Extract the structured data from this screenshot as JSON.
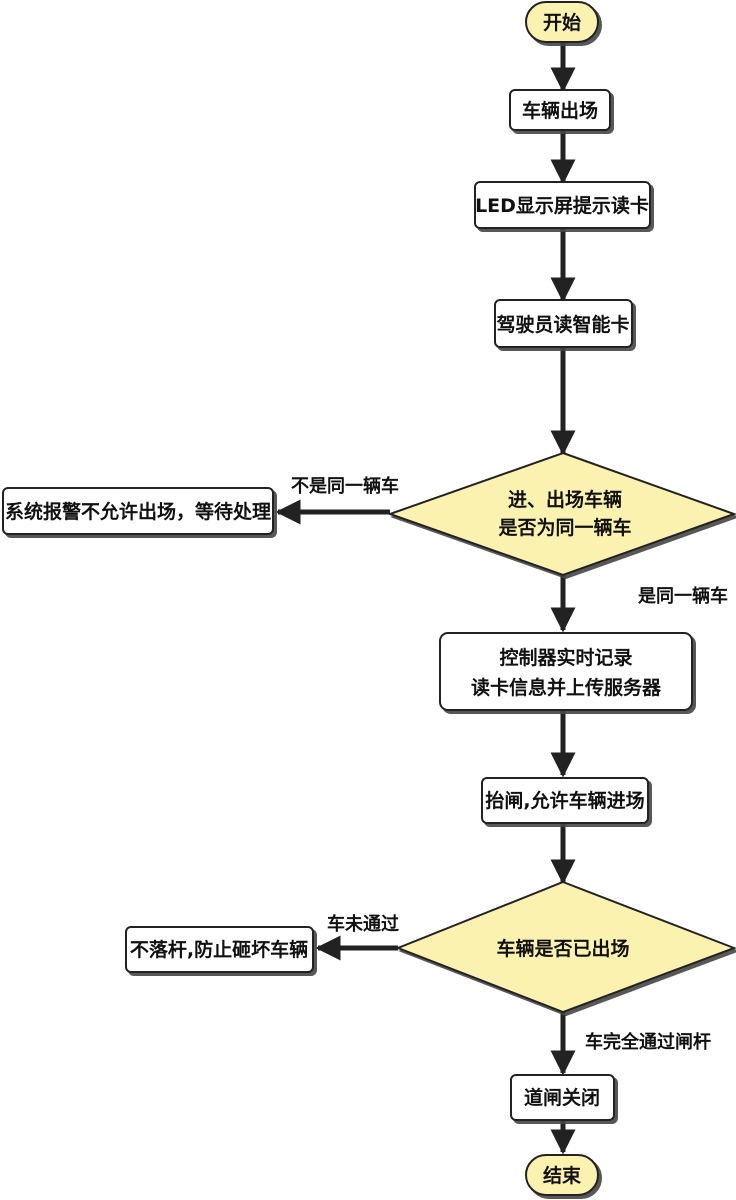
{
  "nodes": {
    "start": "开始",
    "exit": "车辆出场",
    "led": "LED显示屏提示读卡",
    "read": "驾驶员读智能卡",
    "same_line1": "进、出场车辆",
    "same_line2": "是否为同一辆车",
    "alarm": "系统报警不允许出场，等待处理",
    "record_line1": "控制器实时记录",
    "record_line2": "读卡信息并上传服务器",
    "lift": "抬闸,允许车辆进场",
    "passed": "车辆是否已出场",
    "nodrop": "不落杆,防止砸坏车辆",
    "close": "道闸关闭",
    "end": "结束"
  },
  "edges": {
    "not_same": "不是同一辆车",
    "is_same": "是同一辆车",
    "not_passed": "车未通过",
    "fully_passed": "车完全通过闸杆"
  },
  "colors": {
    "terminal_fill": "#FBF2B0",
    "decision_fill": "#FBF2B0",
    "process_fill": "#FFFFFF",
    "stroke": "#222222"
  }
}
